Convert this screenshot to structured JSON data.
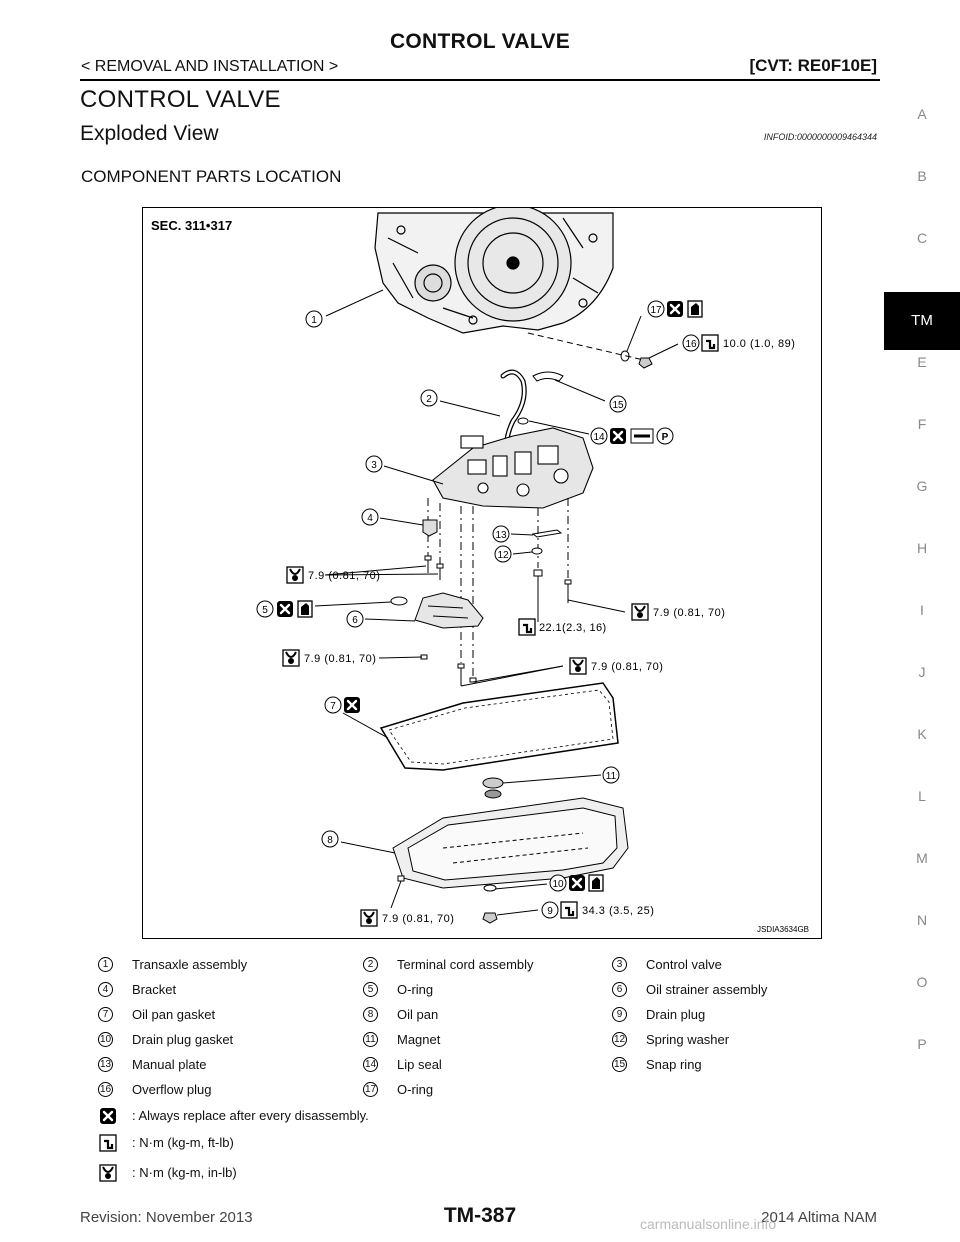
{
  "header": {
    "title": "CONTROL VALVE",
    "breadcrumb": "< REMOVAL AND INSTALLATION >",
    "model": "[CVT: RE0F10E]"
  },
  "section": {
    "title": "CONTROL VALVE",
    "subtitle": "Exploded View",
    "info_id": "INFOID:0000000009464344",
    "component_title": "COMPONENT PARTS LOCATION"
  },
  "side_index": [
    "A",
    "B",
    "C",
    "TM",
    "E",
    "F",
    "G",
    "H",
    "I",
    "J",
    "K",
    "L",
    "M",
    "N",
    "O",
    "P"
  ],
  "side_index_active": "TM",
  "figure": {
    "sec_label": "SEC. 311•317",
    "figure_id": "JSDIA3634GB",
    "torque_16": "10.0 (1.0, 89)",
    "torque_a": "7.9 (0.81, 70)",
    "torque_b": "22.1(2.3, 16)",
    "torque_c": "7.9 (0.81, 70)",
    "torque_d": "7.9 (0.81, 70)",
    "torque_e": "7.9 (0.81, 70)",
    "torque_f": "7.9 (0.81, 70)",
    "torque_9": "34.3 (3.5, 25)"
  },
  "legend": [
    {
      "num": "1",
      "label": "Transaxle assembly"
    },
    {
      "num": "2",
      "label": "Terminal cord assembly"
    },
    {
      "num": "3",
      "label": "Control valve"
    },
    {
      "num": "4",
      "label": "Bracket"
    },
    {
      "num": "5",
      "label": "O-ring"
    },
    {
      "num": "6",
      "label": "Oil strainer assembly"
    },
    {
      "num": "7",
      "label": "Oil pan gasket"
    },
    {
      "num": "8",
      "label": "Oil pan"
    },
    {
      "num": "9",
      "label": "Drain plug"
    },
    {
      "num": "10",
      "label": "Drain plug gasket"
    },
    {
      "num": "11",
      "label": "Magnet"
    },
    {
      "num": "12",
      "label": "Spring washer"
    },
    {
      "num": "13",
      "label": "Manual plate"
    },
    {
      "num": "14",
      "label": "Lip seal"
    },
    {
      "num": "15",
      "label": "Snap ring"
    },
    {
      "num": "16",
      "label": "Overflow plug"
    },
    {
      "num": "17",
      "label": "O-ring"
    }
  ],
  "symbols": {
    "replace": ": Always replace after every disassembly.",
    "nm_ftlb": ": N·m (kg-m, ft-lb)",
    "nm_inlb": ": N·m (kg-m, in-lb)"
  },
  "footer": {
    "revision": "Revision: November 2013",
    "page": "TM-387",
    "model": "2014 Altima NAM",
    "watermark": "carmanualsonline.info"
  }
}
